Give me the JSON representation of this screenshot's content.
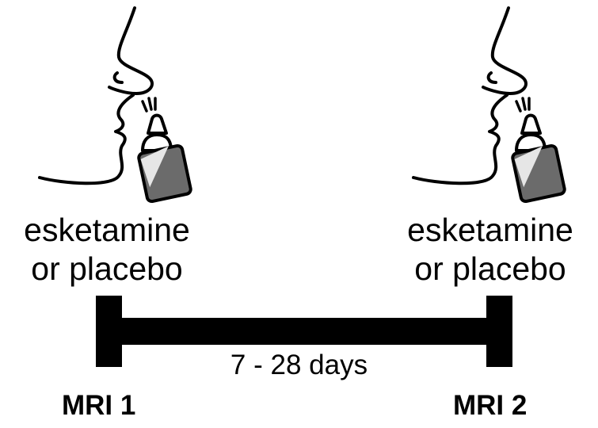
{
  "left_event": {
    "drug_line1": "esketamine",
    "drug_line2": "or placebo",
    "scan_label": "MRI 1",
    "icon": "nasal-spray-profile-icon"
  },
  "right_event": {
    "drug_line1": "esketamine",
    "drug_line2": "or placebo",
    "scan_label": "MRI 2",
    "icon": "nasal-spray-profile-icon"
  },
  "interval": {
    "label": "7 - 28 days"
  },
  "colors": {
    "ink": "#000000",
    "bottle_fill": "#6b6b6b",
    "bottle_light": "#e6e6e6",
    "background": "#ffffff"
  }
}
